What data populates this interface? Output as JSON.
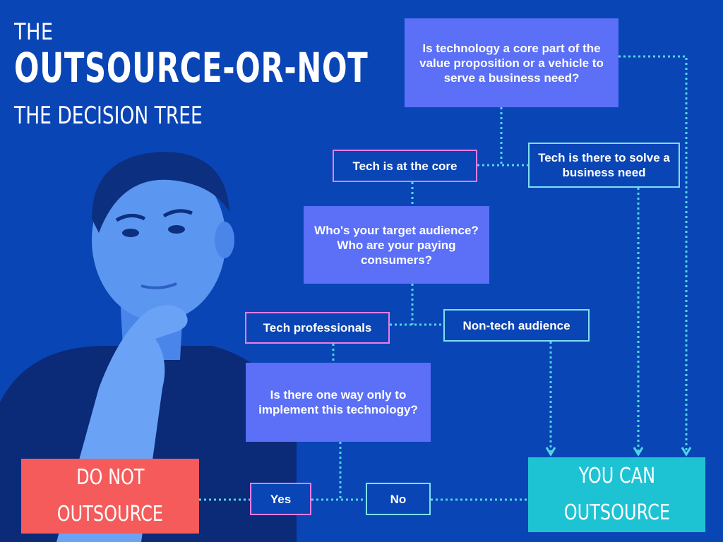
{
  "title": {
    "line1": "THE",
    "line2": "OUTSOURCE-OR-NOT",
    "line3": "THE DECISION TREE"
  },
  "nodes": {
    "q1": "Is technology a core part of the value proposition or a vehicle to serve a business need?",
    "core": "Tech is at the core",
    "business_need": "Tech is there to solve a business need",
    "q2": "Who's your target audience? Who are your paying consumers?",
    "tech_pros": "Tech professionals",
    "non_tech": "Non-tech audience",
    "q3": "Is there one way only to implement this technology?",
    "yes": "Yes",
    "no": "No",
    "do_not_line1": "DO NOT",
    "do_not_line2": "OUTSOURCE",
    "can_line1": "YOU CAN",
    "can_line2": "OUTSOURCE"
  },
  "colors": {
    "background": "#0a45b5",
    "question": "#5b6ff7",
    "pink_border": "#f07be6",
    "cyan_border": "#7fe0f0",
    "do_not": "#f55b5b",
    "can": "#1ec3d3",
    "connector": "#4fd8e8"
  }
}
